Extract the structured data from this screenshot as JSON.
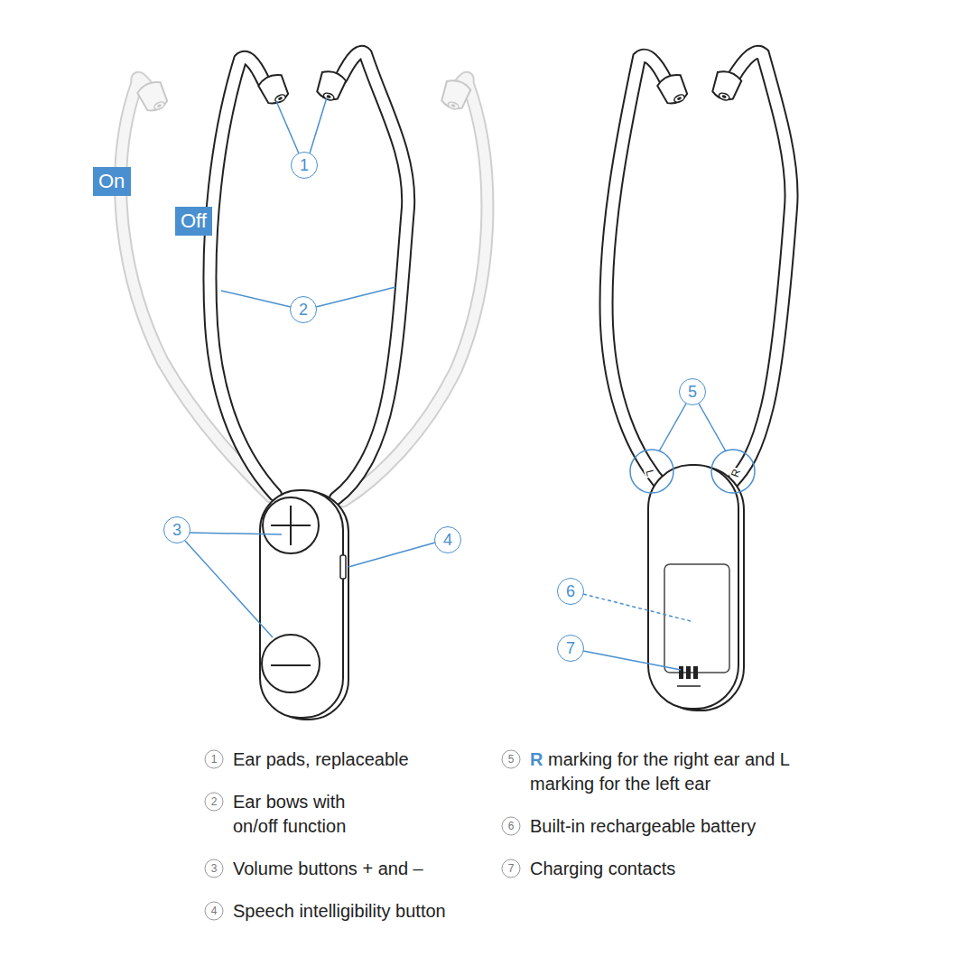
{
  "diagram": {
    "nodes": [
      {
        "text": [
          "On"
        ]
      },
      {
        "text": [
          "Off"
        ]
      }
    ],
    "edges": [],
    "labels": [
      "1",
      "2",
      "3",
      "4",
      "5",
      "6",
      "7",
      "L",
      "R",
      "1",
      "Ear pads, replaceable",
      "2",
      "Ear bows with on/off function",
      "3",
      "Volume buttons + and –",
      "4",
      "Speech intelligibility button",
      "5",
      "R marking for the right ear and L marking for the left ear",
      "6",
      "Built-in rechargeable battery",
      "7",
      "Charging contacts"
    ]
  }
}
